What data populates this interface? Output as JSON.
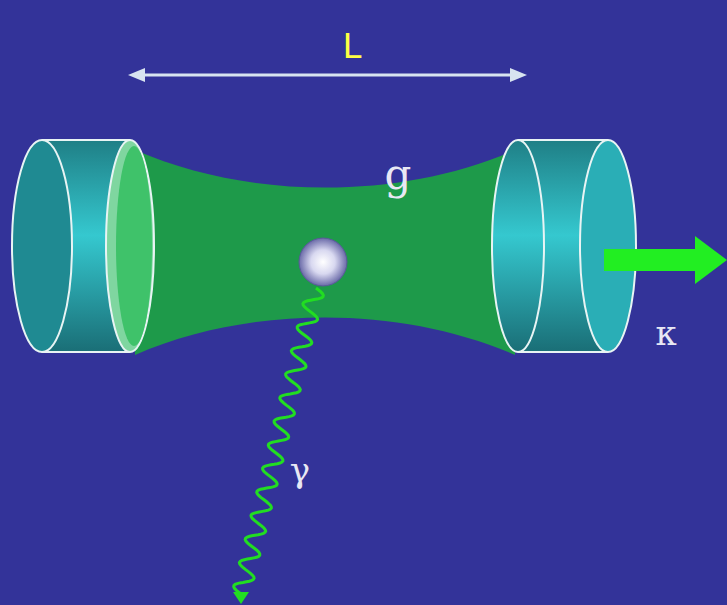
{
  "diagram": {
    "labels": [
      "L",
      "g",
      "κ",
      "γ"
    ]
  }
}
